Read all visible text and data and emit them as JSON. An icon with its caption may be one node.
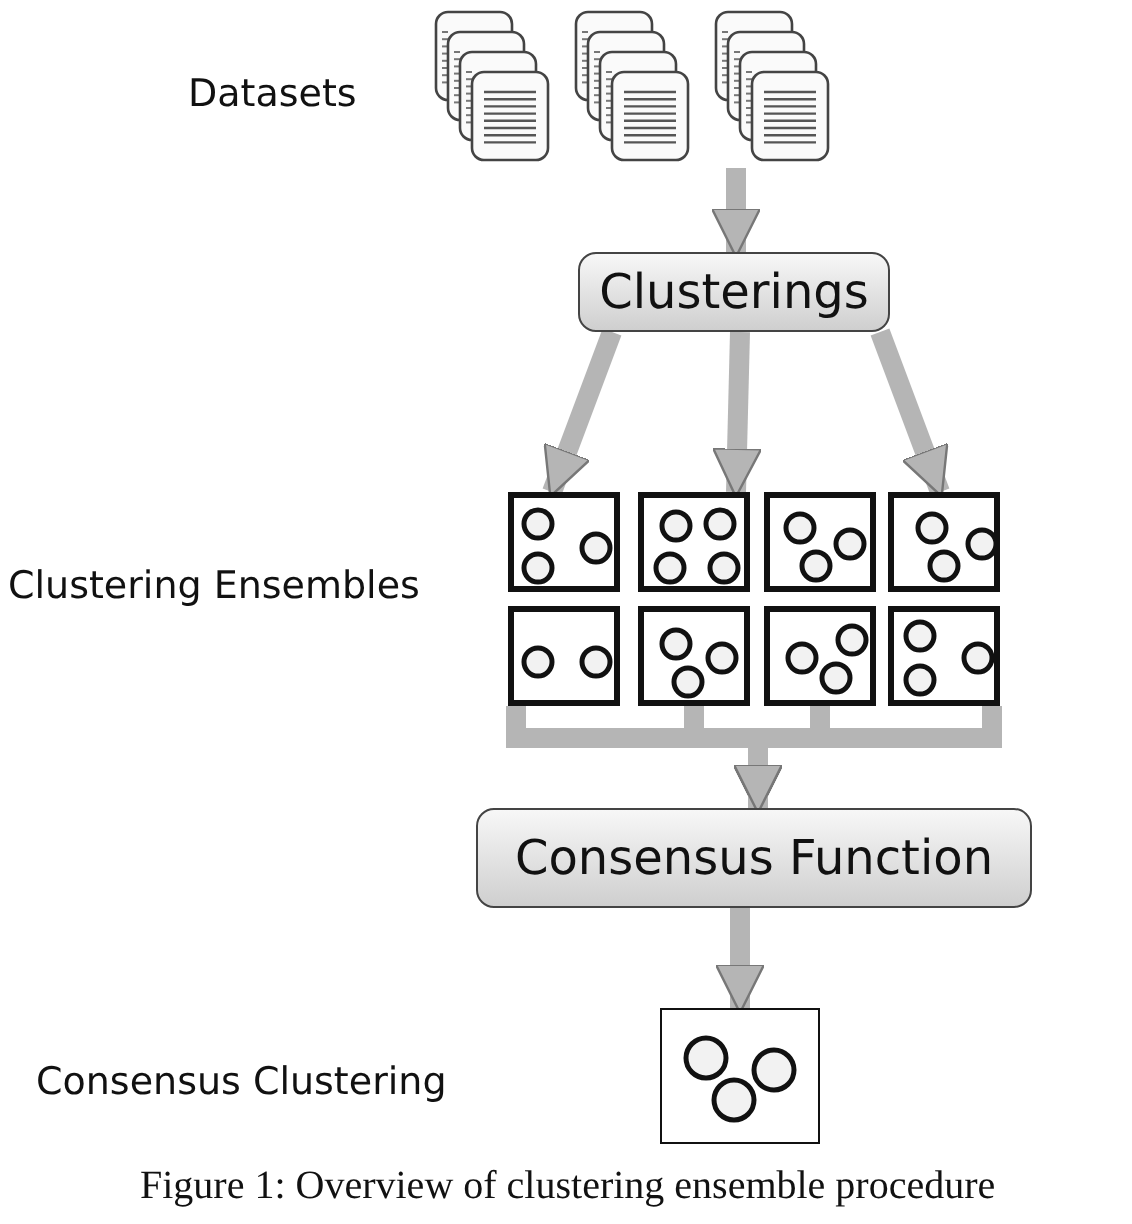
{
  "diagram": {
    "caption": "Figure 1: Overview of clustering ensemble procedure",
    "nodes": [
      {
        "text": [],
        "shape": "picture",
        "beside": [
          "Datasets"
        ]
      },
      {
        "text": [
          "Clusterings"
        ]
      },
      {
        "text": [],
        "shape": "box"
      },
      {
        "text": [],
        "shape": "box"
      },
      {
        "text": [],
        "shape": "box"
      },
      {
        "text": [],
        "shape": "box"
      },
      {
        "text": [],
        "shape": "box"
      },
      {
        "text": [],
        "shape": "box"
      },
      {
        "text": [],
        "shape": "box"
      },
      {
        "text": [],
        "shape": "box"
      },
      {
        "text": [
          "Consensus Function"
        ]
      },
      {
        "text": [],
        "shape": "box"
      }
    ],
    "edges": [
      {
        "from": 0,
        "to": 1,
        "arrow": "to"
      },
      {
        "from": 1,
        "to": 2,
        "arrow": "to"
      },
      {
        "from": 1,
        "to": 3,
        "arrow": "to"
      },
      {
        "from": 1,
        "to": 5,
        "arrow": "to"
      },
      {
        "from": 6,
        "to": 10,
        "arrow": "to"
      },
      {
        "from": 7,
        "to": 10,
        "arrow": "to"
      },
      {
        "from": 8,
        "to": 10,
        "arrow": "to"
      },
      {
        "from": 9,
        "to": 10,
        "arrow": "to"
      },
      {
        "from": 10,
        "to": 11,
        "arrow": "to"
      }
    ],
    "labels": [
      "Clustering Ensembles",
      "Consensus Clustering"
    ]
  }
}
